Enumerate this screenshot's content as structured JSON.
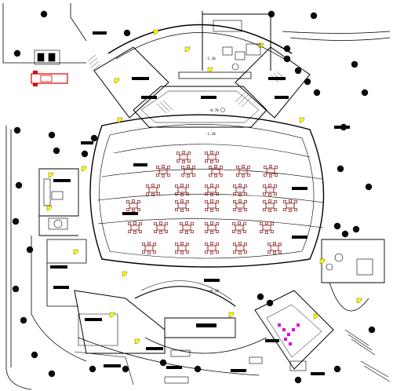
{
  "drawing": {
    "levels": [
      {
        "id": "lvl-top",
        "text": "-1.20"
      },
      {
        "id": "lvl-foyer",
        "text": "-0.70"
      },
      {
        "id": "lvl-hall",
        "text": "-1.20"
      },
      {
        "id": "lvl-front",
        "text": "+0.10"
      }
    ]
  },
  "colors": {
    "line": "#000000",
    "door": "#ffff00",
    "tree": "#0a0a0a",
    "furniture": "#8b1a1a",
    "car": "#dd0000",
    "fixture": "#e000e0"
  },
  "icons": [
    "tree-icon",
    "car-icon",
    "chair-icon",
    "table-icon",
    "door-swing-icon",
    "stair-icon",
    "toilet-icon"
  ]
}
